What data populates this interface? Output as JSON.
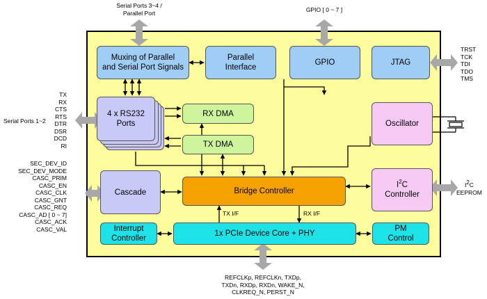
{
  "external": {
    "serial_3_4": "Serial Ports 3~4 /\nParallel Port",
    "gpio_top": "GPIO [ 0 ~ 7 ]",
    "jtag_signals": "TRST\nTCK\nTDI\nTDO\nTMS",
    "uart_signals": "TX\nRX\nCTS\nRTS\nDTR\nDSR\nDCD\nRI",
    "serial_1_2": "Serial Ports 1~2",
    "cascade_signals": "SEC_DEV_ID\nSEC_DEV_MODE\nCASC_PRIM\nCASC_EN\nCASC_CLK\nCASC_GNT\nCASC_REQ\nCASC_AD [ 0 ~ 7]\nCASC_ACK\nCASC_VAL",
    "i2c_prefix": "I",
    "i2c_sup": "2",
    "i2c_suffix": "C\nEEPROM",
    "pcie_signals": "REFCLKp, REFCLKn, TXDp,\nTXDn, RXDp, RXDn, WAKE_N,\nCLKREQ_N, PERST_N"
  },
  "blocks": {
    "muxing": "Muxing of Parallel\nand Serial Port Signals",
    "parallel": "Parallel\nInterface",
    "gpio": "GPIO",
    "jtag": "JTAG",
    "rs232": "4 x RS232\nPorts",
    "rx_dma": "RX DMA",
    "tx_dma": "TX DMA",
    "oscillator": "Oscillator",
    "cascade": "Cascade",
    "bridge": "Bridge Controller",
    "i2c_ctrl_prefix": "I",
    "i2c_ctrl_sup": "2",
    "i2c_ctrl_suffix": "C\nController",
    "interrupt": "Interrupt\nController",
    "pcie": "1x PCIe Device Core + PHY",
    "pm": "PM\nControl"
  },
  "wire_labels": {
    "tx_if": "TX I/F",
    "rx_if": "RX I/F"
  },
  "colors": {
    "chip_bg": "#fdfd9d",
    "blue": "#9fcdf5",
    "lavender": "#c9c9f7",
    "green": "#cef59c",
    "pink": "#f7c9f5",
    "orange": "#f5a100",
    "cyan": "#1de3e8",
    "arrow_grey": "#a8a8a8"
  }
}
